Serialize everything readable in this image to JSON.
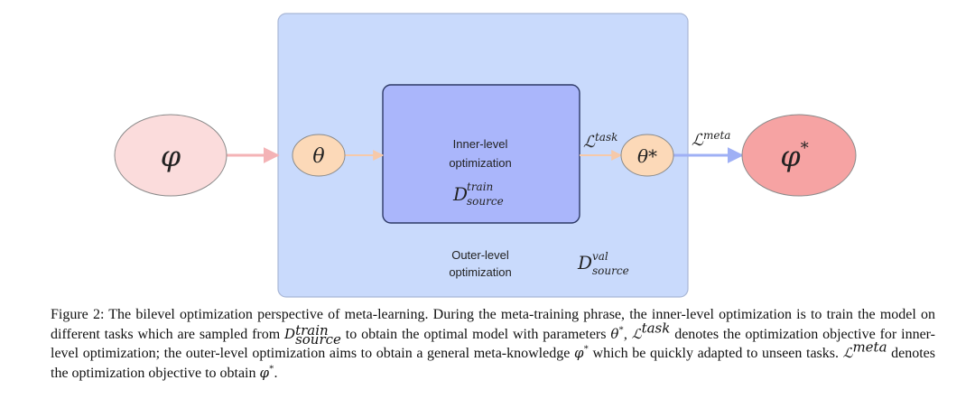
{
  "diagram": {
    "nodes": {
      "phi": {
        "symbol": "φ"
      },
      "theta": {
        "symbol": "θ"
      },
      "inner": {
        "label_line1": "Inner-level",
        "label_line2": "optimization",
        "dataset": {
          "base": "D",
          "sup": "train",
          "sub": "source"
        }
      },
      "theta_star": {
        "symbol": "θ*"
      },
      "phi_star": {
        "symbol": "φ",
        "sup": "*"
      }
    },
    "outer": {
      "label_line1": "Outer-level",
      "label_line2": "optimization",
      "dataset": {
        "base": "D",
        "sup": "val",
        "sub": "source"
      }
    },
    "edges": {
      "task_loss": {
        "base": "ℒ",
        "sup": "task"
      },
      "meta_loss": {
        "base": "ℒ",
        "sup": "meta"
      }
    },
    "colors": {
      "outer_fill": "#c9dafc",
      "outer_stroke": "#a9b7d6",
      "inner_fill": "#aab6fb",
      "inner_stroke": "#2e3a66",
      "phi_fill": "#fbdcdc",
      "phi_star_fill": "#f6a3a3",
      "theta_fill": "#fcd9b8",
      "pink_arrow": "#f4b3b6",
      "peach_arrow": "#f6c9a9",
      "blue_arrow": "#9fb0f5"
    }
  },
  "caption": {
    "p1": "Figure 2: The bilevel optimization perspective of meta-learning. During the meta-training phrase, the inner-level optimization is to train the model on different tasks which are sampled from ",
    "d_base": "D",
    "d_sup": "train",
    "d_sub": "source",
    "p2": " to obtain the optimal model with parameters ",
    "theta": "θ",
    "theta_sup": "*",
    "p3": ", ",
    "l_base": "ℒ",
    "l_sup": "task",
    "p4": " denotes the optimization objective for inner-level optimization; the outer-level optimization aims to obtain a general meta-knowledge ",
    "phi": "φ",
    "phi_sup": "*",
    "p5": " which be quickly adapted to unseen tasks. ",
    "m_base": "ℒ",
    "m_sup": "meta",
    "p6": " denotes the optimization objective to obtain ",
    "phi2": "φ",
    "phi2_sup": "*",
    "p7": "."
  }
}
